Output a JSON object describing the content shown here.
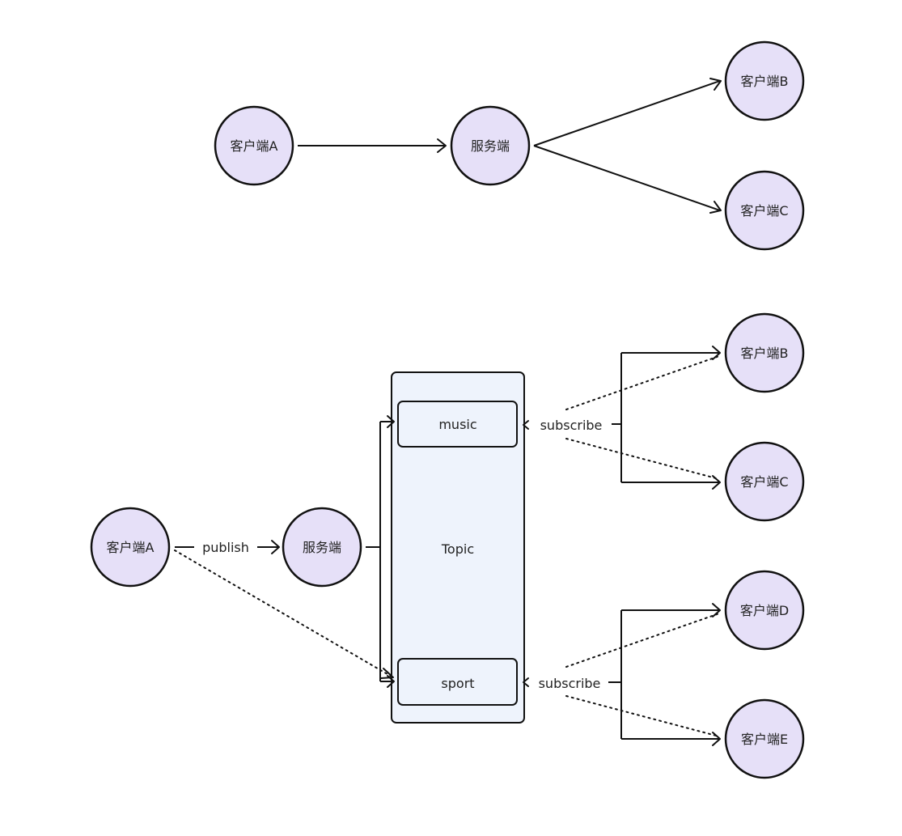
{
  "top_diagram": {
    "client_a": "客户端A",
    "server": "服务端",
    "client_b": "客户端B",
    "client_c": "客户端C"
  },
  "bottom_diagram": {
    "client_a": "客户端A",
    "publish_label": "publish",
    "server": "服务端",
    "topic_label": "Topic",
    "topic_music": "music",
    "topic_sport": "sport",
    "subscribe_label_music": "subscribe",
    "subscribe_label_sport": "subscribe",
    "client_b": "客户端B",
    "client_c": "客户端C",
    "client_d": "客户端D",
    "client_e": "客户端E"
  },
  "colors": {
    "node_fill": "#e6e0f8",
    "topic_fill": "#eef3fc",
    "stroke": "#111111"
  }
}
